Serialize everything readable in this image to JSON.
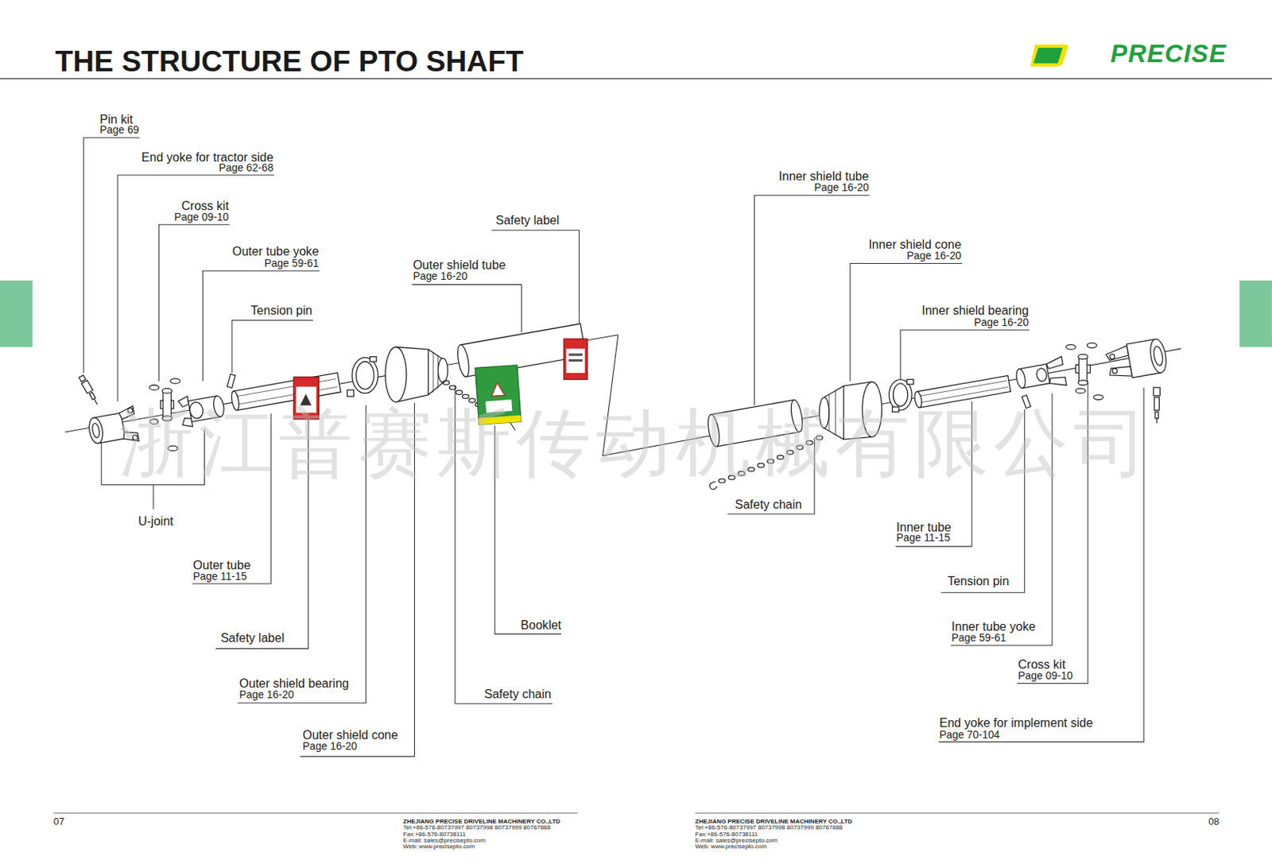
{
  "diagram": {
    "title": "THE STRUCTURE OF PTO SHAFT",
    "labels": [
      "PRECISE",
      "Pin kit",
      "Page 69",
      "End yoke for tractor side",
      "Page 62-68",
      "Cross kit",
      "Page 09-10",
      "Outer tube yoke",
      "Page 59-61",
      "Tension pin",
      "Outer shield tube",
      "Page 16-20",
      "Safety label",
      "Inner shield tube",
      "Page 16-20",
      "Inner shield cone",
      "Page 16-20",
      "Inner shield bearing",
      "Page 16-20",
      "U-joint",
      "Outer tube",
      "Page 11-15",
      "Safety chain",
      "Safety label",
      "Booklet",
      "Outer shield bearing",
      "Page 16-20",
      "Safety chain",
      "Outer shield cone",
      "Page 16-20",
      "Inner tube",
      "Page 11-15",
      "Tension pin",
      "Inner tube yoke",
      "Page 59-61",
      "Cross kit",
      "Page 09-10",
      "End yoke for implement side",
      "Page 70-104",
      "浙江普赛斯传动机械有限公司",
      "07",
      "ZHEJIANG PRECISE DRIVELINE MACHINERY CO.,LTD",
      "Tel:+86-576-80737997 80737998 80737999 80767888",
      "Fax:+86-576-80738111",
      "E-mail: sales@precisepto.com",
      "Web: www.precisepto.com",
      "ZHEJIANG PRECISE DRIVELINE MACHINERY CO.,LTD",
      "Tel:+86-576-80737997 80737998 80737999 80767888",
      "Fax:+86-576-80738111",
      "E-mail: sales@precisepto.com",
      "Web: www.precisepto.com",
      "08"
    ]
  }
}
